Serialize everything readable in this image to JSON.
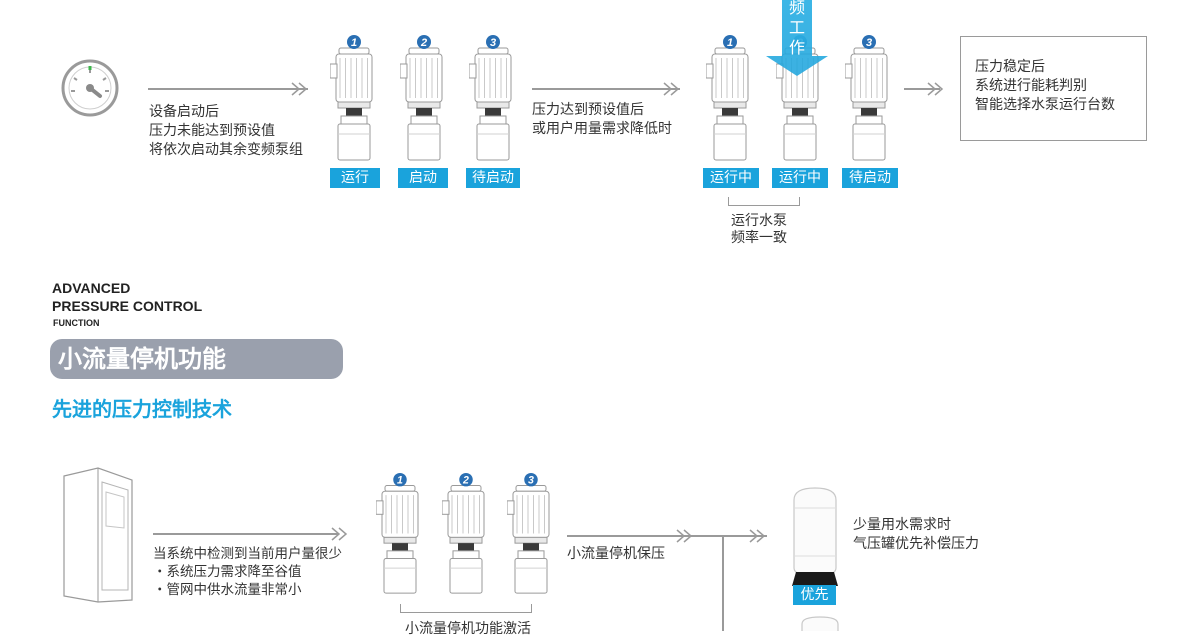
{
  "top_section": {
    "step1_text": [
      "设备启动后",
      "压力未能达到预设值",
      "将依次启动其余变频泵组"
    ],
    "step2_text": [
      "压力达到预设值后",
      "或用户用量需求降低时"
    ],
    "step3_text": [
      "压力稳定后",
      "系统进行能耗判别",
      "智能选择水泵运行台数"
    ],
    "pump_group_a": [
      {
        "number": "1",
        "status": "运行"
      },
      {
        "number": "2",
        "status": "启动"
      },
      {
        "number": "3",
        "status": "待启动"
      }
    ],
    "pump_group_b": [
      {
        "number": "1",
        "status": "运行中"
      },
      {
        "number": "2",
        "status": "运行中"
      },
      {
        "number": "3",
        "status": "待启动"
      }
    ],
    "banner_text": "频工作",
    "same_freq_note": [
      "运行水泵",
      "频率一致"
    ]
  },
  "section_header": {
    "en_line1": "ADVANCED",
    "en_line2": "PRESSURE CONTROL",
    "en_line3": "FUNCTION",
    "title": "小流量停机功能",
    "subtitle": "先进的压力控制技术"
  },
  "bottom_section": {
    "detect_text": [
      "当系统中检测到当前用户量很少",
      "・系统压力需求降至谷值",
      "・管网中供水流量非常小"
    ],
    "pumps": [
      {
        "number": "1"
      },
      {
        "number": "2"
      },
      {
        "number": "3"
      }
    ],
    "activate_note": "小流量停机功能激活",
    "hold_text": "小流量停机保压",
    "tank_text": [
      "少量用水需求时",
      "气压罐优先补偿压力"
    ],
    "tank_label": "优先"
  },
  "colors": {
    "accent": "#1aa3dc",
    "line": "#9a9a9a",
    "pill": "#9aa0ad"
  }
}
